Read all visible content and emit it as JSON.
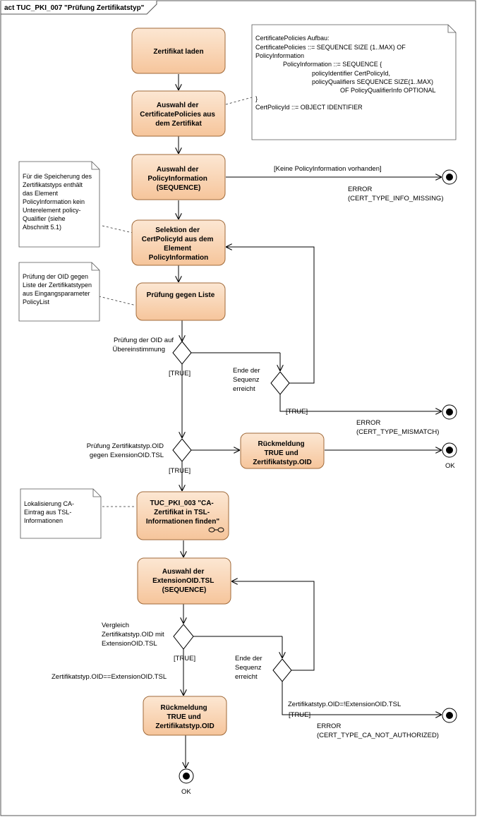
{
  "frame": {
    "title": "act TUC_PKI_007 \"Prüfung Zertifikatstyp\""
  },
  "activities": {
    "a1": [
      "Zertifikat laden"
    ],
    "a2": [
      "Auswahl der",
      "CertificatePolicies aus",
      "dem Zertifikat"
    ],
    "a3": [
      "Auswahl der",
      "PolicyInformation",
      "(SEQUENCE)"
    ],
    "a4": [
      "Selektion der",
      "CertPolicyId aus dem",
      "Element",
      "PolicyInformation"
    ],
    "a5": [
      "Prüfung gegen Liste"
    ],
    "a6": [
      "Rückmeldung",
      "TRUE und",
      "Zertifikatstyp.OID"
    ],
    "a7": [
      "TUC_PKI_003 \"CA-",
      "Zertifikat in TSL-",
      "Informationen finden\""
    ],
    "a8": [
      "Auswahl der",
      "ExtensionOID.TSL",
      "(SEQUENCE)"
    ],
    "a9": [
      "Rückmeldung",
      "TRUE und",
      "Zertifikatstyp.OID"
    ]
  },
  "notes": {
    "n1": [
      "CertificatePolicies Aufbau:",
      "CertificatePolicies ::= SEQUENCE SIZE (1..MAX) OF",
      "PolicyInformation",
      "PolicyInformation ::= SEQUENCE {",
      "policyIdentifier CertPolicyId,",
      "policyQualifiers SEQUENCE SIZE(1..MAX)",
      "OF PolicyQualifierInfo OPTIONAL",
      "}",
      "CertPolicyId ::= OBJECT IDENTIFIER"
    ],
    "n2": [
      "Für die Speicherung des",
      "Zertifikatstyps enthält",
      "das Element",
      "PolicyInformation kein",
      "Unterelement policy-",
      "Qualifier (siehe",
      "Abschnitt 5.1)"
    ],
    "n3": [
      "Prüfung der OID gegen",
      "Liste der Zertifikatstypen",
      "aus Eingangsparameter",
      "PolicyList"
    ],
    "n4": [
      "Lokalisierung CA-",
      "Eintrag aus TSL-",
      "Informationen"
    ]
  },
  "labels": {
    "guard_no_policy": "[Keine PolicyInformation vorhanden]",
    "error1": [
      "ERROR",
      "(CERT_TYPE_INFO_MISSING)"
    ],
    "d1": [
      "Prüfung der OID auf",
      "Übereinstimmung"
    ],
    "true1": "[TRUE]",
    "d2": [
      "Ende der",
      "Sequenz",
      "erreicht"
    ],
    "true2": "[TRUE]",
    "error2": [
      "ERROR",
      "(CERT_TYPE_MISMATCH)"
    ],
    "d3": [
      "Prüfung Zertifikatstyp.OID",
      "gegen ExensionOID.TSL"
    ],
    "true3": "[TRUE]",
    "ok1": "OK",
    "d4": [
      "Vergleich",
      "Zertifikatstyp.OID mit",
      "ExtensionOID.TSL"
    ],
    "true4": "[TRUE]",
    "d5": [
      "Ende der",
      "Sequenz",
      "erreicht"
    ],
    "guard_eq": "Zertifikatstyp.OID==ExtensionOID.TSL",
    "guard_neq": "Zertifikatstyp.OID=!ExtensionOID.TSL",
    "true5": "[TRUE]",
    "error3": [
      "ERROR",
      "(CERT_TYPE_CA_NOT_AUTHORIZED)"
    ],
    "ok2": "OK"
  }
}
